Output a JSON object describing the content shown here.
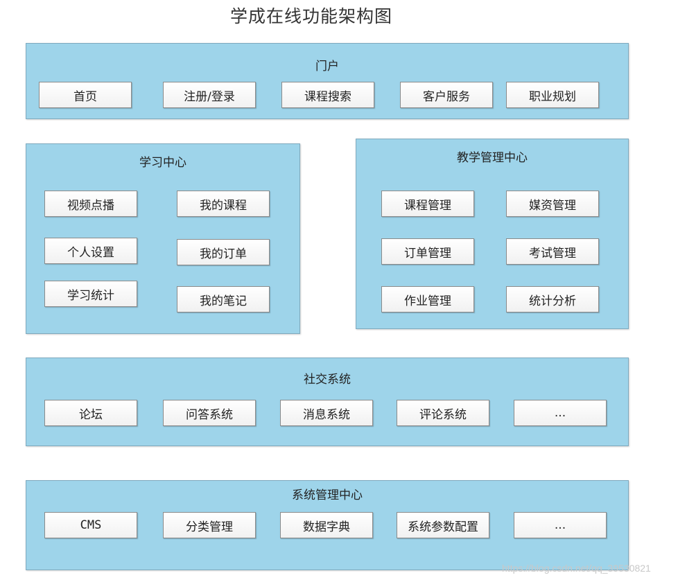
{
  "title": "学成在线功能架构图",
  "portal": {
    "label": "门户",
    "items": [
      "首页",
      "注册/登录",
      "课程搜索",
      "客户服务",
      "职业规划"
    ]
  },
  "learning": {
    "label": "学习中心",
    "items": [
      "视频点播",
      "我的课程",
      "个人设置",
      "我的订单",
      "学习统计",
      "我的笔记"
    ]
  },
  "teaching": {
    "label": "教学管理中心",
    "items": [
      "课程管理",
      "媒资管理",
      "订单管理",
      "考试管理",
      "作业管理",
      "统计分析"
    ]
  },
  "social": {
    "label": "社交系统",
    "items": [
      "论坛",
      "问答系统",
      "消息系统",
      "评论系统",
      "..."
    ]
  },
  "system": {
    "label": "系统管理中心",
    "items": [
      "CMS",
      "分类管理",
      "数据字典",
      "系统参数配置",
      "..."
    ]
  },
  "watermark": "https://blog.csdn.net/qq_39530821",
  "colors": {
    "panel": "#9ed4ea",
    "box": "#ffffff"
  }
}
